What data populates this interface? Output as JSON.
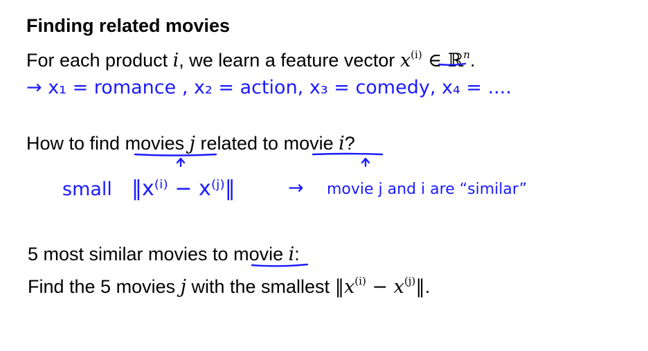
{
  "title": "Finding related movies",
  "line1": {
    "text_before": "For each product ",
    "var_i": "i",
    "text_mid": ", we learn a feature vector ",
    "x": "x",
    "sup": "(i)",
    "in": " ∈ ℝ",
    "n": "n",
    "end": "."
  },
  "handwriting1": "→  x₁ = romance ,  x₂ = action,  x₃ = comedy,  x₄ = ....",
  "line2": {
    "text_before": "How to find ",
    "movies": "movies",
    "var_j": "j",
    "text_mid": " related to ",
    "movie": "movie",
    "var_i": "i",
    "end": "?"
  },
  "handwriting2": {
    "small": "small",
    "norm": "‖x⁽ⁱ⁾ − x⁽ʲ⁾‖",
    "arrow": "→",
    "rest": "movie  j   and   i   are  “similar”"
  },
  "line3": {
    "text_before": "5 most similar movies to ",
    "movie": "movie",
    "var_i": "i",
    "end": ":"
  },
  "line4": {
    "text_before": "Find the 5 movies ",
    "var_j": "j",
    "text_mid": " with the smallest ",
    "norm_open": "‖",
    "x1": "x",
    "sup1": "(i)",
    "minus": " − ",
    "x2": "x",
    "sup2": "(j)",
    "norm_close": "‖",
    "end": "."
  },
  "colors": {
    "ink": "#1a1aff",
    "text": "#000000",
    "background": "#ffffff"
  }
}
